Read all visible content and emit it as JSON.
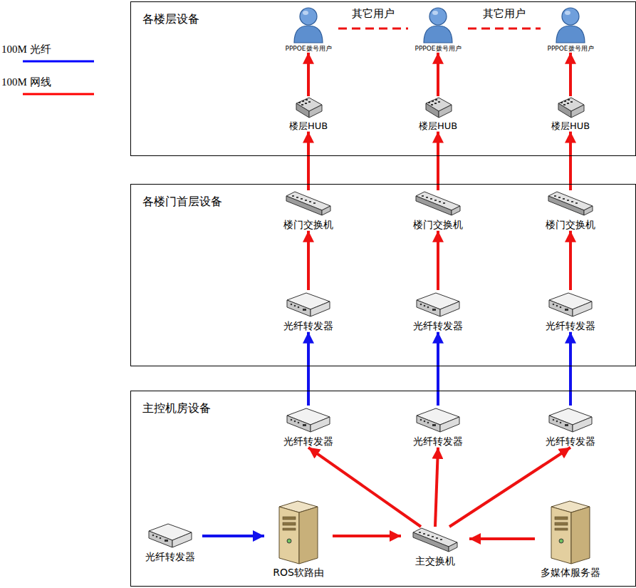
{
  "diagram": {
    "nodes": [
      {
        "text": [
          "各楼层设备"
        ]
      },
      {
        "text": [
          "PPPOE拨号用户"
        ],
        "in": 0
      },
      {
        "text": [
          "PPPOE拨号用户"
        ],
        "in": 0
      },
      {
        "text": [
          "PPPOE拨号用户"
        ],
        "in": 0
      },
      {
        "text": [
          "楼层HUB"
        ],
        "in": 0
      },
      {
        "text": [
          "楼层HUB"
        ],
        "in": 0
      },
      {
        "text": [
          "楼层HUB"
        ],
        "in": 0
      },
      {
        "text": [
          "各楼门首层设备"
        ]
      },
      {
        "text": [
          "楼门交换机"
        ],
        "in": 7
      },
      {
        "text": [
          "楼门交换机"
        ],
        "in": 7
      },
      {
        "text": [
          "楼门交换机"
        ],
        "in": 7
      },
      {
        "text": [
          "光纤转发器"
        ],
        "in": 7
      },
      {
        "text": [
          "光纤转发器"
        ],
        "in": 7
      },
      {
        "text": [
          "光纤转发器"
        ],
        "in": 7
      },
      {
        "text": [
          "主控机房设备"
        ]
      },
      {
        "text": [
          "光纤转发器"
        ],
        "in": 14
      },
      {
        "text": [
          "光纤转发器"
        ],
        "in": 14
      },
      {
        "text": [
          "光纤转发器"
        ],
        "in": 14
      },
      {
        "text": [
          "光纤转发器"
        ],
        "in": 14
      },
      {
        "text": [
          "ROS软路由"
        ],
        "in": 14
      },
      {
        "text": [
          "主交换机"
        ],
        "in": 14
      },
      {
        "text": [
          "多媒体服务器"
        ],
        "in": 14
      }
    ],
    "edges": [
      {
        "from": 4,
        "to": 1,
        "arrow": "to"
      },
      {
        "from": 5,
        "to": 2,
        "arrow": "to"
      },
      {
        "from": 6,
        "to": 3,
        "arrow": "to"
      },
      {
        "from": 8,
        "to": 4,
        "arrow": "to"
      },
      {
        "from": 9,
        "to": 5,
        "arrow": "to"
      },
      {
        "from": 10,
        "to": 6,
        "arrow": "to"
      },
      {
        "from": 11,
        "to": 8,
        "arrow": "to"
      },
      {
        "from": 12,
        "to": 9,
        "arrow": "to"
      },
      {
        "from": 13,
        "to": 10,
        "arrow": "to"
      },
      {
        "from": 15,
        "to": 11,
        "arrow": "to"
      },
      {
        "from": 16,
        "to": 12,
        "arrow": "to"
      },
      {
        "from": 17,
        "to": 13,
        "arrow": "to"
      },
      {
        "from": 20,
        "to": 15,
        "arrow": "to"
      },
      {
        "from": 20,
        "to": 16,
        "arrow": "to"
      },
      {
        "from": 20,
        "to": 17,
        "arrow": "to"
      },
      {
        "from": 18,
        "to": 19,
        "arrow": "to"
      },
      {
        "from": 19,
        "to": 20,
        "arrow": "to"
      },
      {
        "from": 21,
        "to": 20,
        "arrow": "to"
      },
      {
        "from": 1,
        "to": 2,
        "label": "其它用户",
        "arrow": "none"
      },
      {
        "from": 2,
        "to": 3,
        "label": "其它用户",
        "arrow": "none"
      }
    ],
    "legend": [
      {
        "text": "100M 光纤",
        "color": "#0000ff"
      },
      {
        "text": "100M 网线",
        "color": "#ff0000"
      }
    ]
  }
}
